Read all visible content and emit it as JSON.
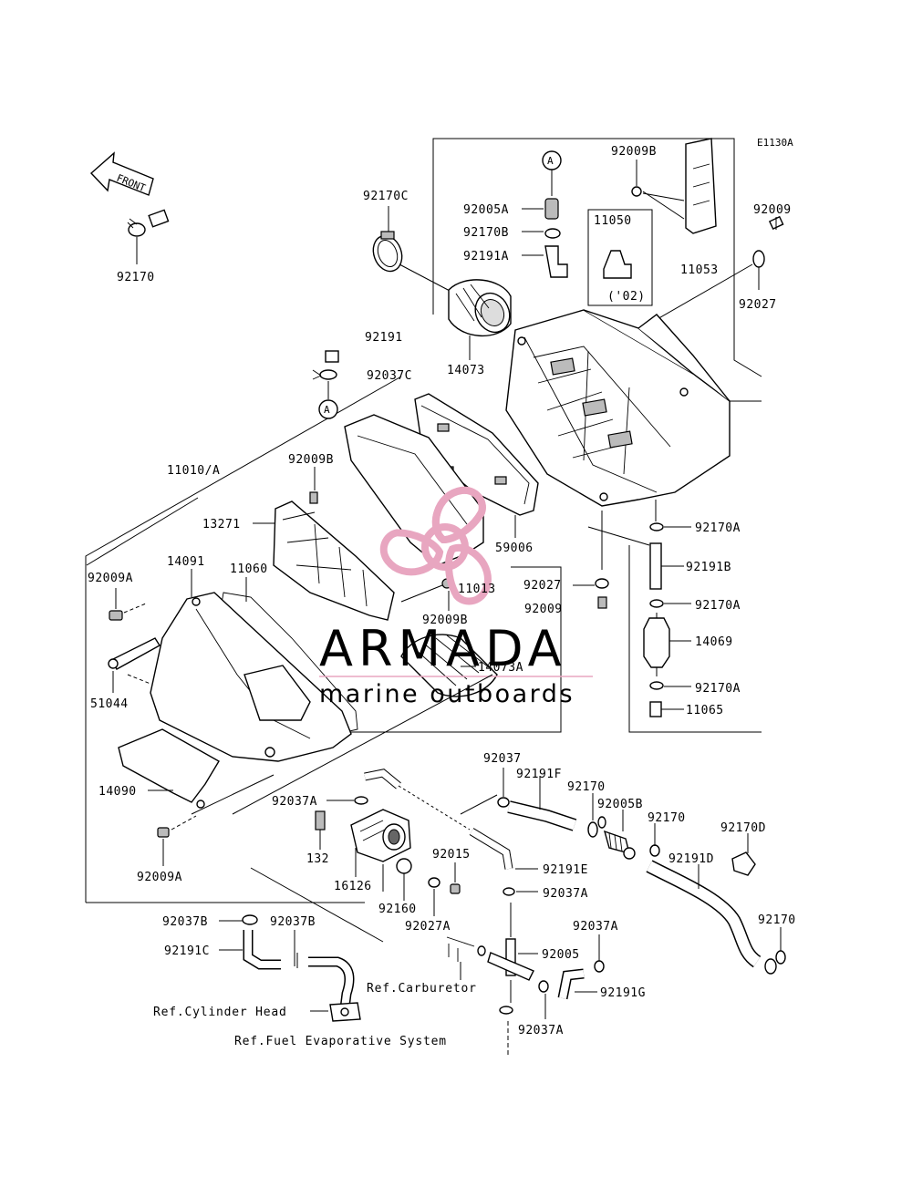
{
  "diagram_code": "E1130A",
  "front_label": "FRONT",
  "callout_a": "A",
  "part_labels": {
    "p92170_top": "92170",
    "p92191": "92191",
    "p92037C": "92037C",
    "p92170C": "92170C",
    "p14073": "14073",
    "p92005A": "92005A",
    "p92170B": "92170B",
    "p92191A": "92191A",
    "p92009B_top": "92009B",
    "p11050": "11050",
    "p11050_note": "('02)",
    "p11053": "11053",
    "p92009_right": "92009",
    "p92027_right": "92027",
    "p11010A": "11010/A",
    "p92009B_mid": "92009B",
    "p13271": "13271",
    "p59006": "59006",
    "p92170A_1": "92170A",
    "p92191B": "92191B",
    "p92170A_2": "92170A",
    "p14069": "14069",
    "p92170A_3": "92170A",
    "p11065": "11065",
    "p92027_mid": "92027",
    "p92009_mid": "92009",
    "p11013": "11013",
    "p92009B_low": "92009B",
    "p14073A": "14073A",
    "p14091": "14091",
    "p11060": "11060",
    "p92009A_top": "92009A",
    "p51044": "51044",
    "p14090": "14090",
    "p92009A_low": "92009A",
    "p92037": "92037",
    "p92191F": "92191F",
    "p92170_a": "92170",
    "p92005B": "92005B",
    "p92170_b": "92170",
    "p92170D": "92170D",
    "p92191D": "92191D",
    "p92037A_1": "92037A",
    "p132": "132",
    "p16126": "16126",
    "p92160": "92160",
    "p92015": "92015",
    "p92191E": "92191E",
    "p92037A_2": "92037A",
    "p92027A": "92027A",
    "p92037A_3": "92037A",
    "p92005": "92005",
    "p92191G": "92191G",
    "p92037A_4": "92037A",
    "p92170_c": "92170",
    "p92037B_1": "92037B",
    "p92037B_2": "92037B",
    "p92191C": "92191C"
  },
  "references": {
    "carburetor": "Ref.Carburetor",
    "cylinder_head": "Ref.Cylinder Head",
    "fuel_evap": "Ref.Fuel Evaporative System"
  },
  "watermark": {
    "brand": "ARMADA",
    "tagline": "marine outboards",
    "color": "#e8a6c0",
    "text_color": "#8a8a8a"
  }
}
